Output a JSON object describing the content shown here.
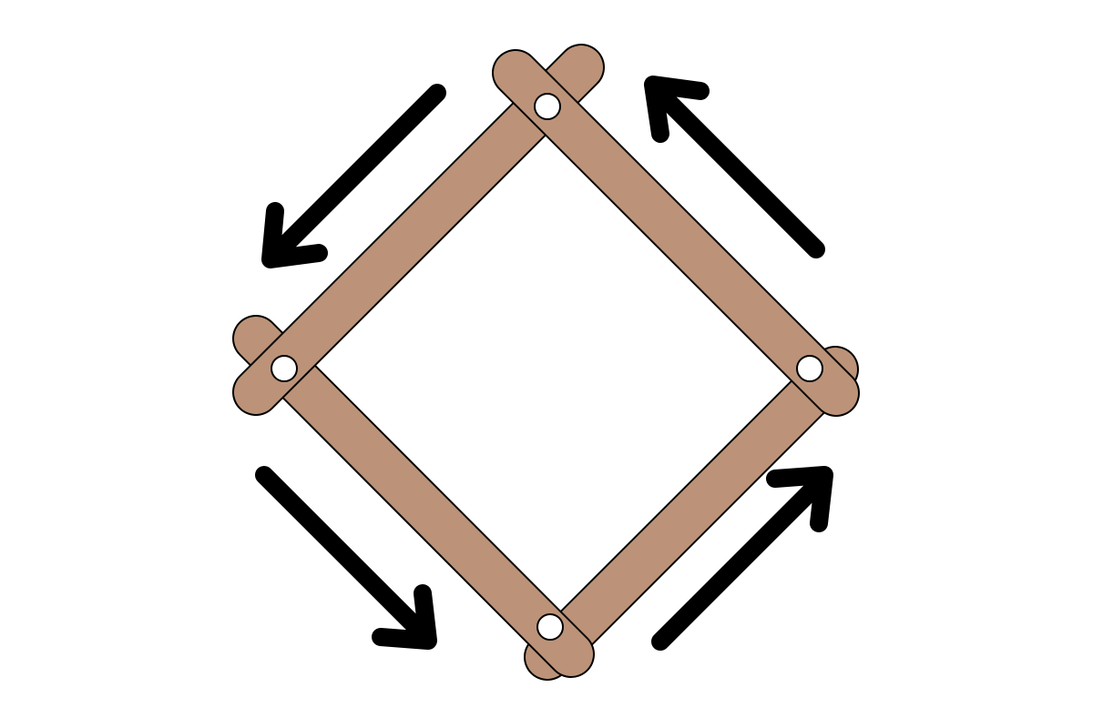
{
  "diagram": {
    "colors": {
      "background": "#ffffff",
      "bar_fill": "#bc9378",
      "outline": "#000000",
      "pivot_fill": "#ffffff",
      "arrow": "#000000"
    },
    "bar_count": 4,
    "pivot_count": 4,
    "arrow_count": 4,
    "rotation": "counterclockwise"
  }
}
